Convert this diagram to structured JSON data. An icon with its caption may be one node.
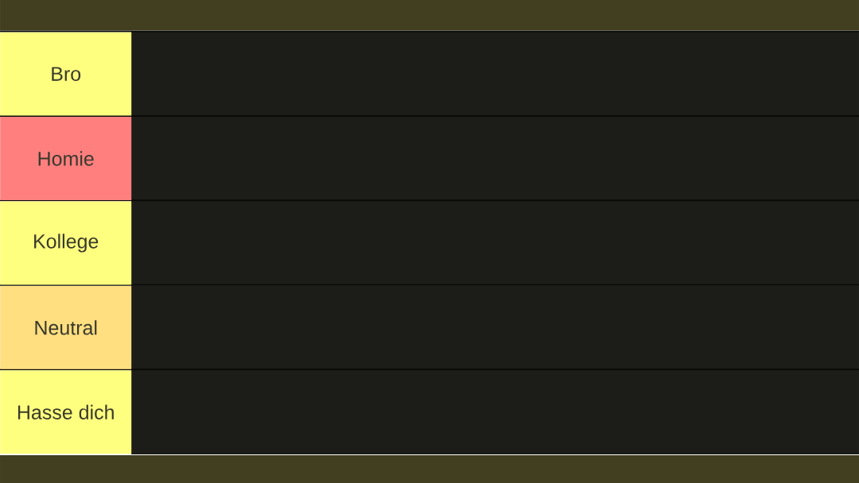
{
  "diagram": {
    "nodes": [
      {
        "text": [
          "Bro"
        ]
      },
      {
        "text": [
          "Homie"
        ]
      },
      {
        "text": [
          "Kollege"
        ]
      },
      {
        "text": [
          "Neutral"
        ]
      },
      {
        "text": [
          "Hasse dich"
        ]
      }
    ]
  }
}
